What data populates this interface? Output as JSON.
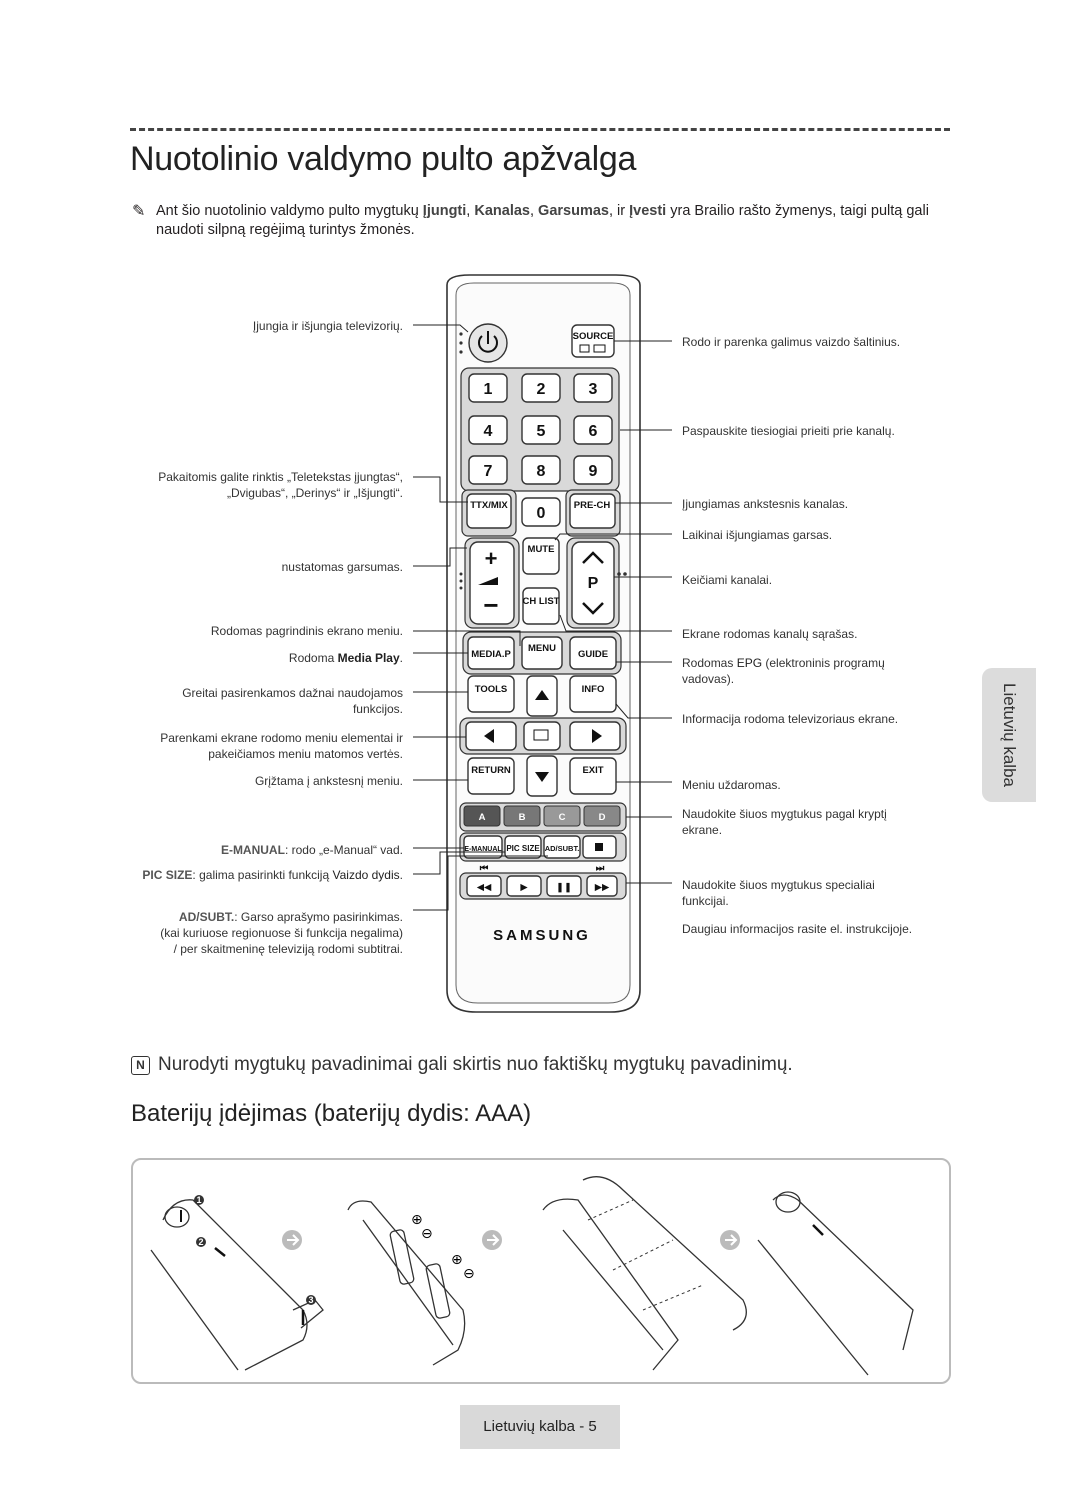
{
  "title": "Nuotolinio valdymo pulto apžvalga",
  "note": {
    "icon": "pencil-note-icon",
    "text_before": "Ant šio nuotolinio valdymo pulto mygtukų",
    "k1": "Įjungti",
    "sep1": ",",
    "k2": "Kanalas",
    "sep2": ",",
    "k3": "Garsumas",
    "sep3": ", ir",
    "k4": "Įvesti",
    "text_after": "yra Brailio rašto žymenys, taigi pultą gali naudoti silpną regėjimą turintys žmonės."
  },
  "left_labels": {
    "power": "Įjungia ir išjungia televizorių.",
    "ttx1": "Pakaitomis galite rinktis „Teletekstas įjungtas“,",
    "ttx2": "„Dvigubas“, „Derinys“ ir „Išjungti“.",
    "volume": "nustatomas garsumas.",
    "menu": "Rodomas pagrindinis ekrano meniu.",
    "media_pre": "Rodoma",
    "media_bold": "Media Play",
    "media_post": ".",
    "tools1": "Greitai pasirenkamos dažnai naudojamos",
    "tools2": "funkcijos.",
    "arrows1": "Parenkami ekrane rodomo meniu elementai ir",
    "arrows2": "pakeičiamos meniu matomos vertės.",
    "return": "Grįžtama į ankstesnį meniu.",
    "emanual_key": "E-MANUAL",
    "emanual_text": ": rodo „e-Manual“ vad.",
    "picsize_key": "PIC SIZE",
    "picsize_text": ": galima pasirinkti funkciją",
    "picsize_bold": "Vaizdo dydis",
    "picsize_end": ".",
    "adsubt_key": "AD/SUBT.",
    "adsubt_text": ": Garso aprašymo pasirinkimas.",
    "adsubt2": "(kai kuriuose regionuose ši funkcija negalima)",
    "adsubt3": "/ per skaitmeninę televiziją rodomi subtitrai."
  },
  "right_labels": {
    "source": "Rodo ir parenka galimus vaizdo šaltinius.",
    "numbers": "Paspauskite tiesiogiai prieiti prie kanalų.",
    "prech": "Įjungiamas ankstesnis kanalas.",
    "mute": "Laikinai išjungiamas garsas.",
    "channel": "Keičiami kanalai.",
    "chlist": "Ekrane rodomas kanalų sąrašas.",
    "guide_pre": "Rodomas",
    "guide_bold": "EPG",
    "guide_post": "(elektroninis programų vadovas).",
    "info": "Informacija rodoma televizoriaus ekrane.",
    "exit": "Meniu uždaromas.",
    "color1": "Naudokite šiuos mygtukus pagal kryptį",
    "color2": "ekrane.",
    "media1": "Naudokite šiuos mygtukus specialiai",
    "media2": "funkcijai.",
    "more": "Daugiau informacijos rasite el. instrukcijoje."
  },
  "remote": {
    "source": "SOURCE",
    "digits": [
      "1",
      "2",
      "3",
      "4",
      "5",
      "6",
      "7",
      "8",
      "9",
      "0"
    ],
    "ttx": "TTX/MIX",
    "prech": "PRE-CH",
    "mute": "MUTE",
    "chlist": "CH LIST",
    "p": "P",
    "media": "MEDIA.P",
    "menu": "MENU",
    "guide": "GUIDE",
    "tools": "TOOLS",
    "info": "INFO",
    "return": "RETURN",
    "exit": "EXIT",
    "colors": [
      "A",
      "B",
      "C",
      "D"
    ],
    "emanual": "E-MANUAL",
    "picsize": "PIC SIZE",
    "adsubt": "AD/SUBT.",
    "brand": "SAMSUNG"
  },
  "side_tab": "Lietuvių kalba",
  "note2": {
    "icon": "N",
    "text": "Nurodyti mygtukų pavadinimai gali skirtis nuo faktiškų mygtukų pavadinimų."
  },
  "battery_heading": "Baterijų įdėjimas (baterijų dydis: AAA)",
  "steps": [
    "1",
    "2",
    "3"
  ],
  "footer": "Lietuvių kalba - 5"
}
